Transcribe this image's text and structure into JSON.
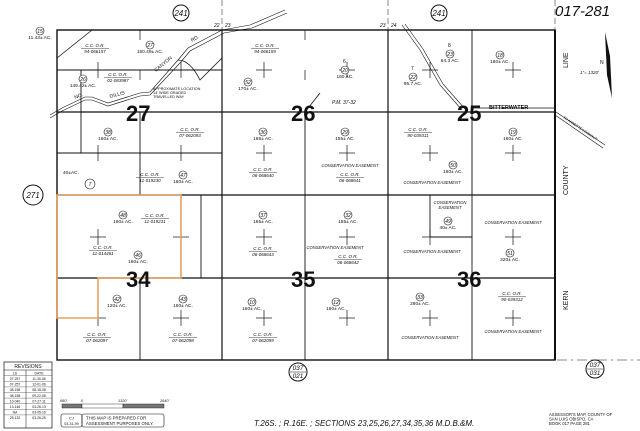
{
  "map_number": "017-281",
  "adjacent_maps": {
    "top_left": "241",
    "top_right": "241",
    "left": "271",
    "bottom_center": [
      "037",
      "021"
    ],
    "bottom_right": [
      "037",
      "031"
    ]
  },
  "sections": [
    "27",
    "26",
    "25",
    "34",
    "35",
    "36"
  ],
  "section_corner_labels": {
    "a": "22",
    "b": "23",
    "c": "23",
    "d": "24"
  },
  "cc_or_label": "C.C.    O.R.",
  "easement_label": "CONSERVATION EASEMENT",
  "easement_split": [
    "CONSERVATION",
    "EASEMENT"
  ],
  "parcels": [
    {
      "num": "15",
      "acres": "11.43± AC."
    },
    {
      "num": "27",
      "acres": "150.49± AC."
    },
    {
      "num": "26",
      "acres": "149.42± AC."
    },
    {
      "num": "52",
      "acres": "170± AC."
    },
    {
      "num": "38",
      "acres": "160± AC."
    },
    {
      "num": "36",
      "acres": "165± AC."
    },
    {
      "num": "20",
      "acres": "160 AC."
    },
    {
      "num": "22",
      "acres": "95.7 AC."
    },
    {
      "num": "23",
      "acres": "64.3 AC."
    },
    {
      "num": "18",
      "acres": "160± AC."
    },
    {
      "num": "29",
      "acres": "155± AC."
    },
    {
      "num": "19",
      "acres": "160± AC."
    },
    {
      "num": "47",
      "acres": "160± AC."
    },
    {
      "num": "50",
      "acres": "160± AC."
    },
    {
      "num": "48",
      "acres": "160± AC."
    },
    {
      "num": "37",
      "acres": "165± AC."
    },
    {
      "num": "32",
      "acres": "155± AC."
    },
    {
      "num": "49",
      "acres": "40± AC."
    },
    {
      "num": "46",
      "acres": "160± AC."
    },
    {
      "num": "51",
      "acres": "320± AC."
    },
    {
      "num": "42",
      "acres": "120± AC."
    },
    {
      "num": "43",
      "acres": "160± AC."
    },
    {
      "num": "10",
      "acres": "160± AC."
    },
    {
      "num": "12",
      "acres": "160± AC."
    },
    {
      "num": "33",
      "acres": "280± AC."
    },
    {
      "num": "7",
      "acres": "40±AC."
    }
  ],
  "documents": [
    "94-066157",
    "02-083987",
    "94-066159",
    "07-062093",
    "90-039311",
    "11-019230",
    "06-068640",
    "06-068641",
    "11-019231",
    "11-014461",
    "06-068643",
    "06-068642",
    "90-039312",
    "07-062097",
    "07-062098",
    "07-062099"
  ],
  "old_parcel_numbers": [
    "6",
    "7",
    "8"
  ],
  "roads": {
    "gillis_1": "NO.",
    "gillis_2": "GILLIS",
    "gillis_3": "CANYON",
    "gillis_4": "RD.",
    "bitterwater": "BITTERWATER",
    "annette": "TO ANNETTE LOOKOUT",
    "approx": [
      "APPROXIMATE LOCATION",
      "14' WIDE GRADED",
      "TRAVELLED WAY"
    ]
  },
  "parcel_map_ref": "P.M. 37-32",
  "county_labels": {
    "line": "LINE",
    "county": "COUNTY",
    "kern": "KERN"
  },
  "north_arrow": {
    "letter": "N",
    "scale": "1\"= 1320'"
  },
  "revisions": {
    "title": "REVISIONS",
    "headers": [
      "LS",
      "DATE"
    ],
    "rows": [
      [
        "07-257",
        "11-30-06"
      ],
      [
        "07-257",
        "12-01-06"
      ],
      [
        "08-158",
        "08-18-08"
      ],
      [
        "08-158",
        "09-22-08"
      ],
      [
        "10-040",
        "07-27-11"
      ],
      [
        "13-146",
        "03-26-13"
      ],
      [
        "NA",
        "03-05-19"
      ],
      [
        "25-132",
        "03-26-25"
      ]
    ]
  },
  "scale_bar": [
    "660'",
    "0",
    "1320'",
    "2640'"
  ],
  "drafter": {
    "initials": "CJ",
    "date": "03-31-99"
  },
  "disclaimer": [
    "THIS MAP IS PREPARED FOR",
    "ASSESSMENT PURPOSES ONLY."
  ],
  "legal_description": "T.26S. ; R.16E. ; SECTIONS 23,25,26,27,34,35,36 M.D.B.&M.",
  "assessor_note": [
    "ASSESSOR'S MAP, COUNTY OF",
    "SAN LUIS OBISPO, CA",
    "BOOK 017 PAGE 281"
  ],
  "colors": {
    "highlight": "#e8a060",
    "ink": "#111111"
  }
}
